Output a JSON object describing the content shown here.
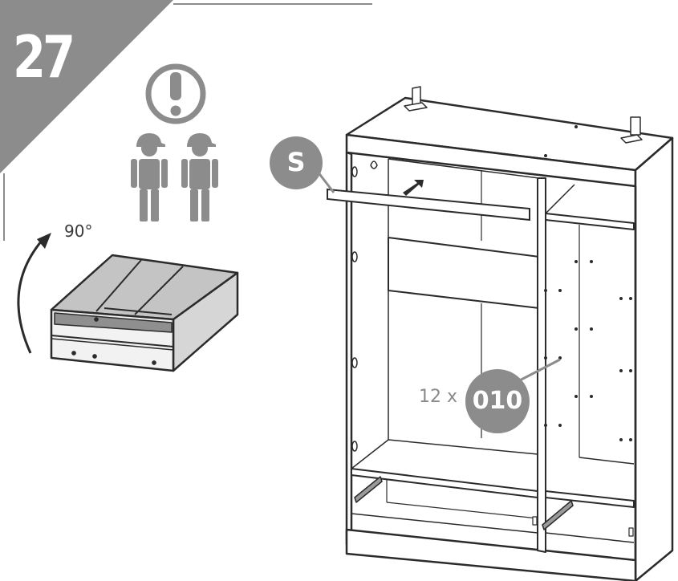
{
  "step": {
    "number": "27"
  },
  "icons": {
    "warning": "exclamation-circle-icon",
    "people": "two-persons-icon",
    "rotate": "curved-rotation-arrow-icon",
    "push": "push-arrow-icon"
  },
  "rotation": {
    "angle_label": "90°"
  },
  "parts": {
    "rail_letter": "S",
    "fitting_code": "010",
    "fitting_quantity": "12 x"
  },
  "colors": {
    "accent_gray": "#8c8c8c",
    "line": "#2b2b2b",
    "panel_gray": "#c4c4c4",
    "panel_dark": "#8f8f8f"
  }
}
